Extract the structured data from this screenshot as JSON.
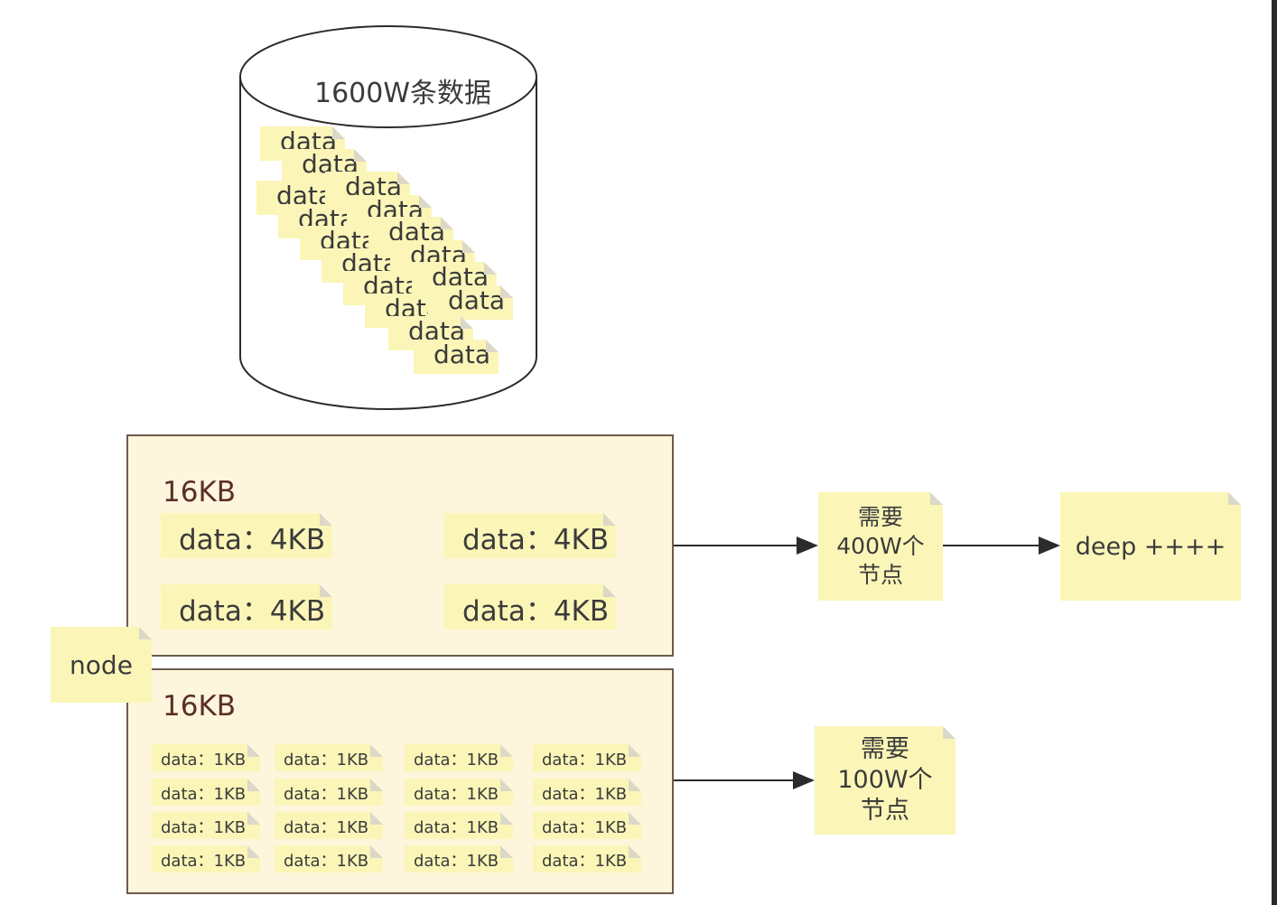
{
  "database": {
    "label": "1600W条数据",
    "records": [
      "data",
      "data",
      "data",
      "data",
      "data",
      "data",
      "data",
      "data",
      "data",
      "data",
      "data",
      "data",
      "data",
      "data",
      "data",
      "data"
    ]
  },
  "page_large_rows": {
    "size_label": "16KB",
    "cells": [
      "data：4KB",
      "data：4KB",
      "data：4KB",
      "data：4KB"
    ]
  },
  "page_small_rows": {
    "size_label": "16KB",
    "cells": [
      "data：1KB",
      "data：1KB",
      "data：1KB",
      "data：1KB",
      "data：1KB",
      "data：1KB",
      "data：1KB",
      "data：1KB",
      "data：1KB",
      "data：1KB",
      "data：1KB",
      "data：1KB",
      "data：1KB",
      "data：1KB",
      "data：1KB",
      "data：1KB"
    ]
  },
  "node_label": "node",
  "result_large": {
    "line1": "需要",
    "line2": "400W个",
    "line3": "节点"
  },
  "deep_label": "deep ++++",
  "result_small": {
    "line1": "需要",
    "line2": "100W个",
    "line3": "节点"
  },
  "colors": {
    "note": "#fbf6b8",
    "page_fill": "#fdf6dc",
    "page_border": "#6e5a4c",
    "label_text": "#5a2e2a"
  }
}
